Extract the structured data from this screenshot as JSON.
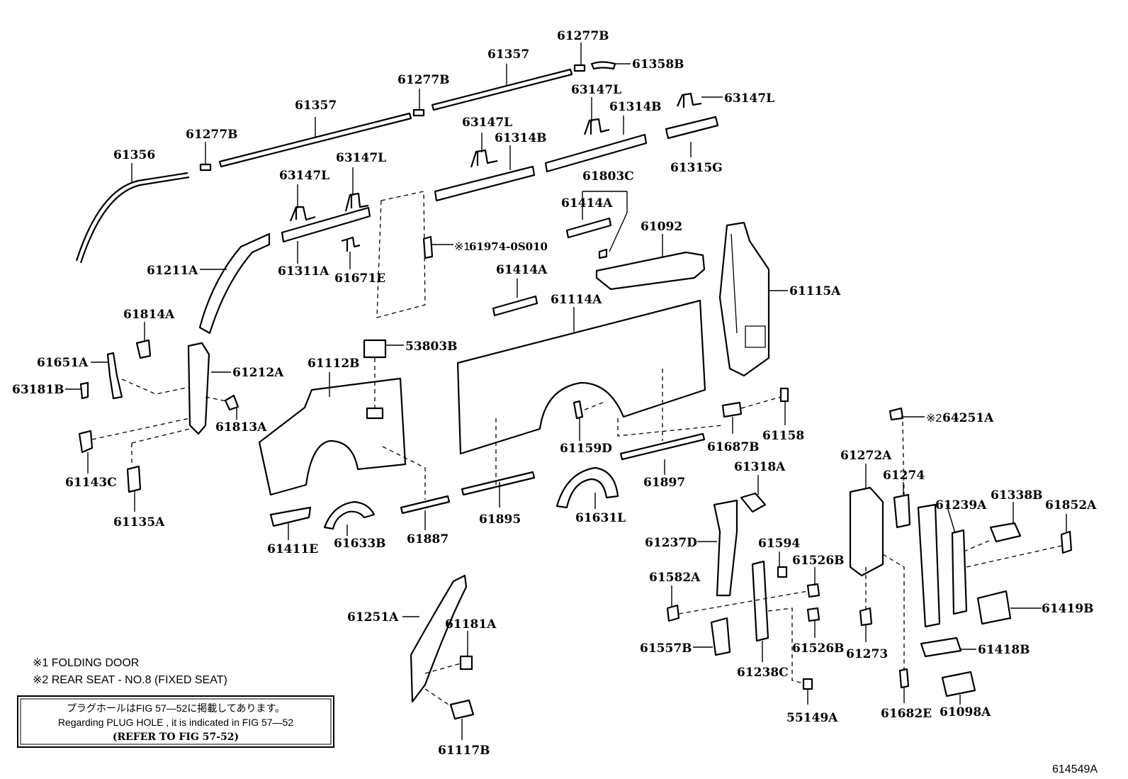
{
  "part_labels": {
    "p61277B_1": "61277B",
    "p61357_1": "61357",
    "p61358B": "61358B",
    "p61277B_2": "61277B",
    "p63147L_1": "63147L",
    "p63147L_2": "63147L",
    "p61357_2": "61357",
    "p61314B_1": "61314B",
    "p63147L_3": "63147L",
    "p61314B_2": "61314B",
    "p61277B_3": "61277B",
    "p63147L_4": "63147L",
    "p61356": "61356",
    "p63147L_5": "63147L",
    "p61315G": "61315G",
    "p61803C": "61803C",
    "p61414A_1": "61414A",
    "p61092": "61092",
    "p61974": "61974-0S010",
    "p61211A": "61211A",
    "p61311A": "61311A",
    "p61671E": "61671E",
    "p61414A_2": "61414A",
    "p61115A": "61115A",
    "p61114A": "61114A",
    "p61814A": "61814A",
    "p53803B": "53803B",
    "p61651A": "61651A",
    "p61212A": "61212A",
    "p61112B": "61112B",
    "p63181B": "63181B",
    "p61813A": "61813A",
    "p61158": "61158",
    "p64251A": "64251A",
    "p61159D": "61159D",
    "p61687B": "61687B",
    "p61143C": "61143C",
    "p61272A": "61272A",
    "p61318A": "61318A",
    "p61274": "61274",
    "p61897": "61897",
    "p61239A": "61239A",
    "p61338B": "61338B",
    "p61852A": "61852A",
    "p61135A": "61135A",
    "p61895": "61895",
    "p61631L": "61631L",
    "p61411E": "61411E",
    "p61633B": "61633B",
    "p61887": "61887",
    "p61237D": "61237D",
    "p61594": "61594",
    "p61526B_1": "61526B",
    "p61582A": "61582A",
    "p61419B": "61419B",
    "p61251A": "61251A",
    "p61181A": "61181A",
    "p61557B": "61557B",
    "p61526B_2": "61526B",
    "p61273": "61273",
    "p61418B": "61418B",
    "p61238C": "61238C",
    "p55149A": "55149A",
    "p61682E": "61682E",
    "p61098A": "61098A",
    "p61117B": "61117B"
  },
  "markers": {
    "m1": "※1",
    "m2": "※2"
  },
  "notes": {
    "note1": "※1 FOLDING DOOR",
    "note2": "※2 REAR SEAT - NO.8 (FIXED SEAT)"
  },
  "plug_hole_box": {
    "line1": "プラグホールはFIG 57—52に掲載してあります。",
    "line2": "Regarding PLUG HOLE , it is indicated in FIG 57—52",
    "line3": "(REFER TO FIG 57-52)"
  },
  "figure_code": "614549A"
}
